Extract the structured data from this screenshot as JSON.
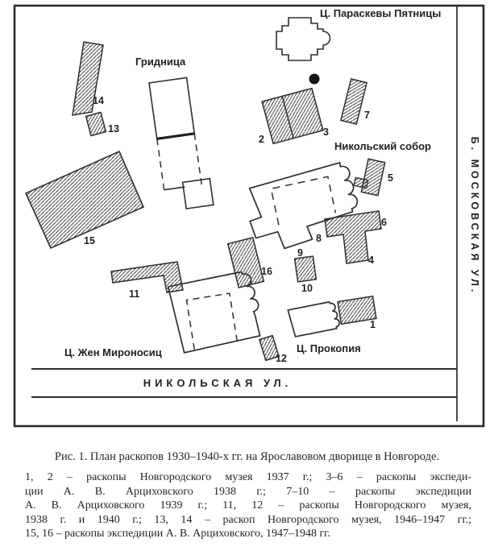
{
  "figure_caption": "Рис. 1. План раскопов 1930–1940-х гг. на Ярославовом дворище в Новгороде.",
  "legend": {
    "lines": [
      "1, 2 – раскопы Новгородского музея 1937 г.; 3–6 – раскопы экспеди-",
      "ции А. В. Арциховского 1938 г.; 7–10 – раскопы экспедиции",
      "А. В. Арциховского 1939 г.; 11, 12 – раскопы Новгородского музея,",
      "1938 г. и 1940 г.; 13, 14 – раскоп Новгородского музея, 1946–1947 гг.;",
      "15, 16 – раскопы экспедиции А. В. Арциховского, 1947–1948 гг."
    ]
  },
  "map": {
    "streets": {
      "bottom": "НИКОЛЬСКАЯ УЛ.",
      "right": "Б. МОСКОВСКАЯ УЛ."
    },
    "buildings": {
      "paraskeva": "Ц. Параскевы Пятницы",
      "gridnitsa": "Гридница",
      "nikolsky": "Никольский собор",
      "mironosits": "Ц. Жен Мироносиц",
      "prokopiya": "Ц. Прокопия"
    },
    "excavations": {
      "1": "1",
      "2": "2",
      "3": "3",
      "4": "4",
      "5": "5",
      "6": "6",
      "7": "7",
      "8": "8",
      "9": "9",
      "10": "10",
      "11": "11",
      "12": "12",
      "13": "13",
      "14": "14",
      "15": "15",
      "16": "16"
    }
  },
  "colors": {
    "ink": "#2b2b2b",
    "dot": "#141414",
    "background": "#ffffff"
  }
}
